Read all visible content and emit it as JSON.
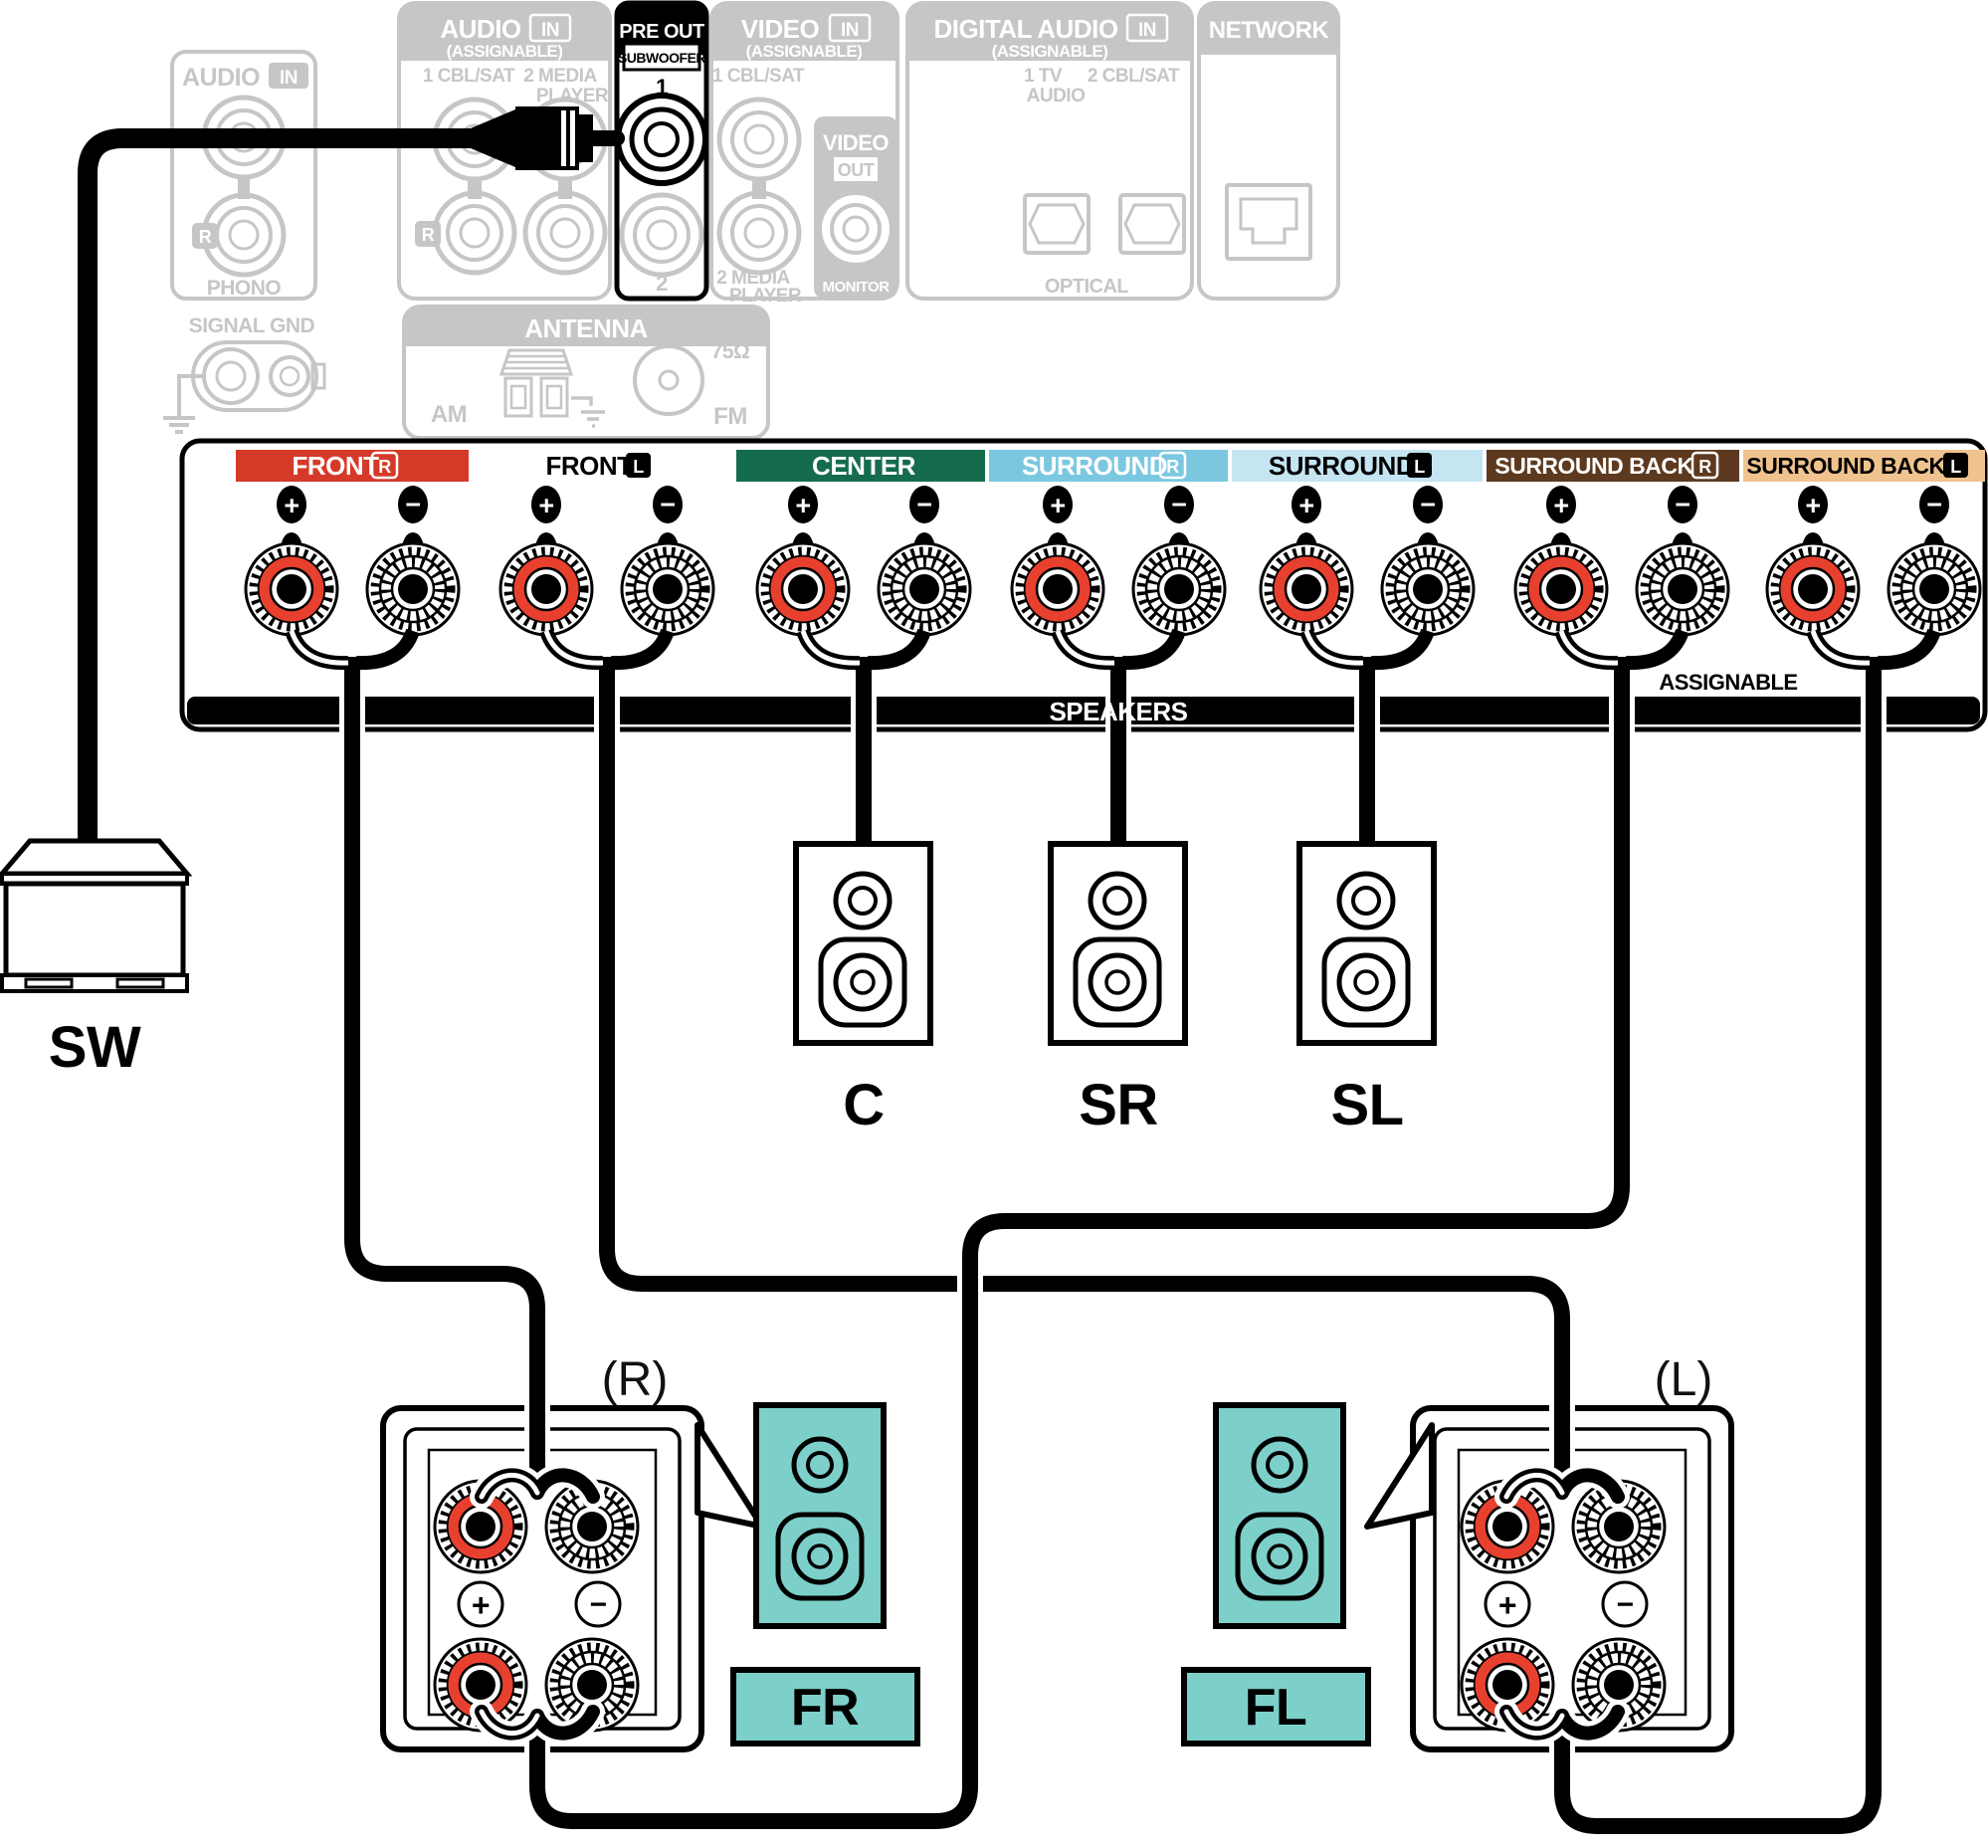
{
  "diagram_title_implicit": "AV receiver 7.1 bi-amp speaker connection diagram",
  "colors": {
    "gray_line": "#c6c6c6",
    "black": "#000000",
    "red_band": "#d53a29",
    "red_post": "#e8402e",
    "green_band": "#156c4c",
    "light_blue_band": "#7cc7e0",
    "pale_blue_band": "#c5e5f2",
    "brown_band": "#5d3a1f",
    "tan_band": "#f0c38e",
    "teal_speaker": "#7dd0ca",
    "white": "#ffffff"
  },
  "back_panel": {
    "audio_in_phono": {
      "title": "AUDIO",
      "tag": "IN",
      "r_badge": "R",
      "jack_label": "PHONO"
    },
    "signal_gnd": "SIGNAL GND",
    "audio_in_assignable": {
      "title": "AUDIO",
      "tag": "IN",
      "subtitle": "(ASSIGNABLE)",
      "input1": "1 CBL/SAT",
      "input2a": "2 MEDIA",
      "input2b": "PLAYER",
      "r_badge": "R"
    },
    "pre_out": {
      "title": "PRE OUT",
      "label": "SUBWOOFER",
      "jack1": "1",
      "jack2": "2"
    },
    "video_in": {
      "title": "VIDEO",
      "tag": "IN",
      "subtitle": "(ASSIGNABLE)",
      "input1": "1 CBL/SAT",
      "input2a": "2 MEDIA",
      "input2b": "PLAYER",
      "out_box": {
        "title": "VIDEO",
        "tag": "OUT",
        "jack_label": "MONITOR"
      }
    },
    "digital_audio_in": {
      "title": "DIGITAL AUDIO",
      "tag": "IN",
      "subtitle": "(ASSIGNABLE)",
      "input1a": "1  TV",
      "input1b": "AUDIO",
      "input2": "2 CBL/SAT",
      "jack_label": "OPTICAL"
    },
    "network": {
      "title": "NETWORK"
    },
    "antenna": {
      "title": "ANTENNA",
      "am": "AM",
      "fm": "FM",
      "ohm": "75Ω"
    }
  },
  "terminal_strip": {
    "speakers_label": "SPEAKERS",
    "assignable": "ASSIGNABLE",
    "plus": "+",
    "minus": "−",
    "channels": [
      {
        "label": "FRONT",
        "badge": "R",
        "band_color": "#d53a29",
        "text_color": "#ffffff",
        "badge_style": "outline"
      },
      {
        "label": "FRONT",
        "badge": "L",
        "band_color": "none",
        "text_color": "#000000",
        "badge_style": "solid"
      },
      {
        "label": "CENTER",
        "badge": "",
        "band_color": "#156c4c",
        "text_color": "#ffffff",
        "badge_style": "none"
      },
      {
        "label": "SURROUND",
        "badge": "R",
        "band_color": "#7cc7e0",
        "text_color": "#ffffff",
        "badge_style": "outline"
      },
      {
        "label": "SURROUND",
        "badge": "L",
        "band_color": "#c5e5f2",
        "text_color": "#000000",
        "badge_style": "solid"
      },
      {
        "label": "SURROUND BACK",
        "badge": "R",
        "band_color": "#5d3a1f",
        "text_color": "#ffffff",
        "badge_style": "outline"
      },
      {
        "label": "SURROUND BACK",
        "badge": "L",
        "band_color": "#f0c38e",
        "text_color": "#000000",
        "badge_style": "solid"
      }
    ]
  },
  "speakers": {
    "sw": "SW",
    "center": "C",
    "surround_right": "SR",
    "surround_left": "SL",
    "front_right": "FR",
    "front_left": "FL",
    "right_channel": "(R)",
    "left_channel": "(L)",
    "plus_sym": "+",
    "minus_sym": "−"
  }
}
